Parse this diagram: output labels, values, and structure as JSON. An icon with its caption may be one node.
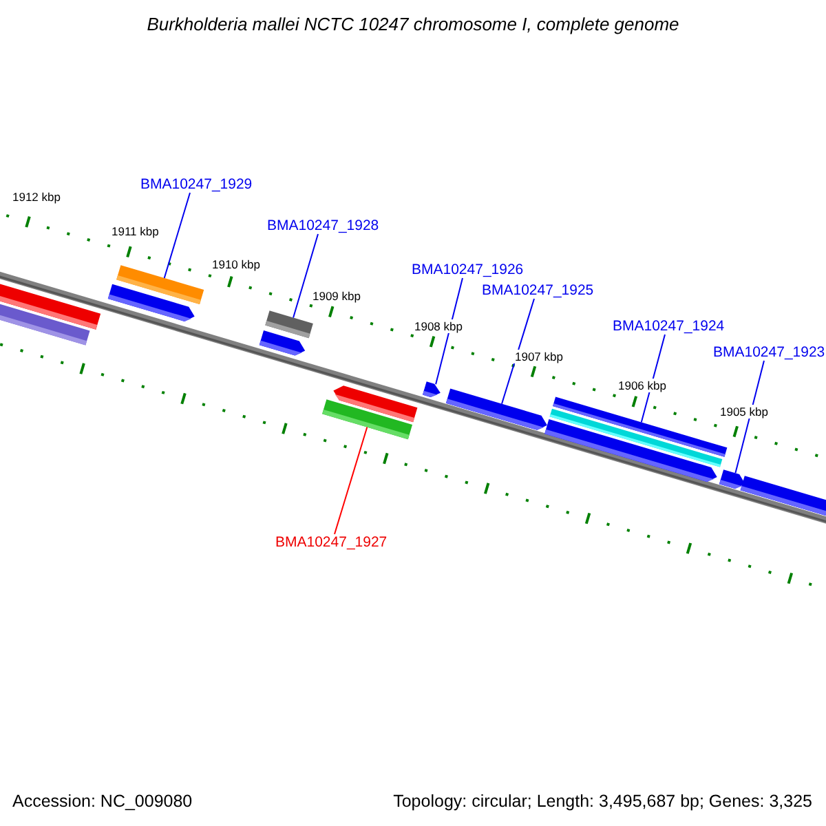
{
  "diagram": {
    "title": "Burkholderia mallei NCTC 10247 chromosome I, complete genome",
    "nodes": [
      {
        "text": [
          "BMA10247_1929"
        ]
      },
      {
        "text": [
          "BMA10247_1928"
        ]
      },
      {
        "text": [
          "BMA10247_1926"
        ]
      },
      {
        "text": [
          "BMA10247_1925"
        ]
      },
      {
        "text": [
          "BMA10247_1924"
        ]
      },
      {
        "text": [
          "BMA10247_1923"
        ]
      },
      {
        "text": [
          "BMA10247_1927"
        ]
      },
      {
        "text": [],
        "shape": "bar"
      },
      {
        "text": [],
        "shape": "bar"
      },
      {
        "text": [],
        "shape": "bar"
      },
      {
        "text": [],
        "shape": "arrow"
      },
      {
        "text": [],
        "shape": "bar"
      },
      {
        "text": [],
        "shape": "arrow"
      },
      {
        "text": [],
        "shape": "arrow"
      },
      {
        "text": [],
        "shape": "bar"
      },
      {
        "text": [],
        "shape": "arrow"
      },
      {
        "text": [],
        "shape": "arrow"
      },
      {
        "text": [],
        "shape": "bar"
      },
      {
        "text": [],
        "shape": "bar"
      },
      {
        "text": [],
        "shape": "arrow"
      },
      {
        "text": [],
        "shape": "arrow"
      },
      {
        "text": [],
        "shape": "bar"
      }
    ],
    "edges": [
      {
        "from": 0,
        "to": 9,
        "arrow": "none"
      },
      {
        "from": 1,
        "to": 11,
        "arrow": "none"
      },
      {
        "from": 2,
        "to": 15,
        "arrow": "none"
      },
      {
        "from": 3,
        "to": 16,
        "arrow": "none"
      },
      {
        "from": 4,
        "to": 17,
        "arrow": "none"
      },
      {
        "from": 5,
        "to": 20,
        "arrow": "none"
      },
      {
        "from": 6,
        "to": 14,
        "arrow": "none",
        "color": "#ff0000"
      }
    ],
    "labels": [
      "1912 kbp",
      "1911 kbp",
      "1910 kbp",
      "1909 kbp",
      "1908 kbp",
      "1907 kbp",
      "1906 kbp",
      "1905 kbp",
      "Accession: NC_009080",
      "Topology: circular; Length: 3,495,687 bp; Genes: 3,325"
    ]
  }
}
